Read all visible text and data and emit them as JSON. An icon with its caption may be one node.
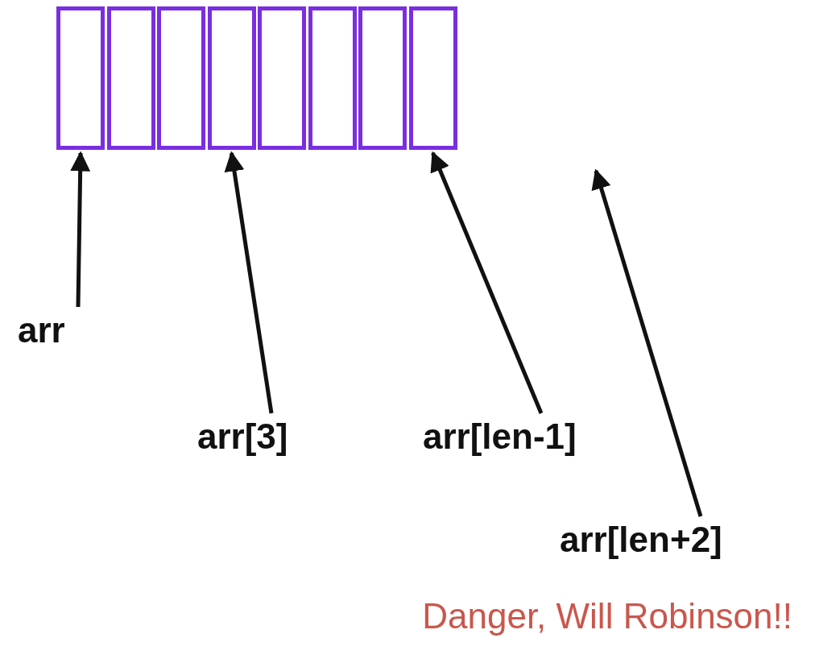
{
  "diagram": {
    "nodes": [
      {
        "text": [],
        "shape": "box"
      },
      {
        "text": [],
        "shape": "box"
      },
      {
        "text": [],
        "shape": "box"
      },
      {
        "text": [],
        "shape": "box"
      },
      {
        "text": [],
        "shape": "box"
      },
      {
        "text": [],
        "shape": "box"
      },
      {
        "text": [],
        "shape": "box"
      },
      {
        "text": [],
        "shape": "box"
      },
      {
        "text": [
          "arr"
        ]
      },
      {
        "text": [
          "arr[3]"
        ]
      },
      {
        "text": [
          "arr[len-1]"
        ]
      },
      {
        "text": [
          "arr[len+2]"
        ]
      }
    ],
    "edges": [
      {
        "from": 8,
        "to": 0,
        "arrow": "to"
      },
      {
        "from": 9,
        "to": 3,
        "arrow": "to"
      },
      {
        "from": 10,
        "to": 7,
        "arrow": "to"
      },
      {
        "from": 11,
        "to": null,
        "arrow": "to"
      }
    ],
    "labels": [
      "Danger, Will Robinson!!"
    ]
  }
}
